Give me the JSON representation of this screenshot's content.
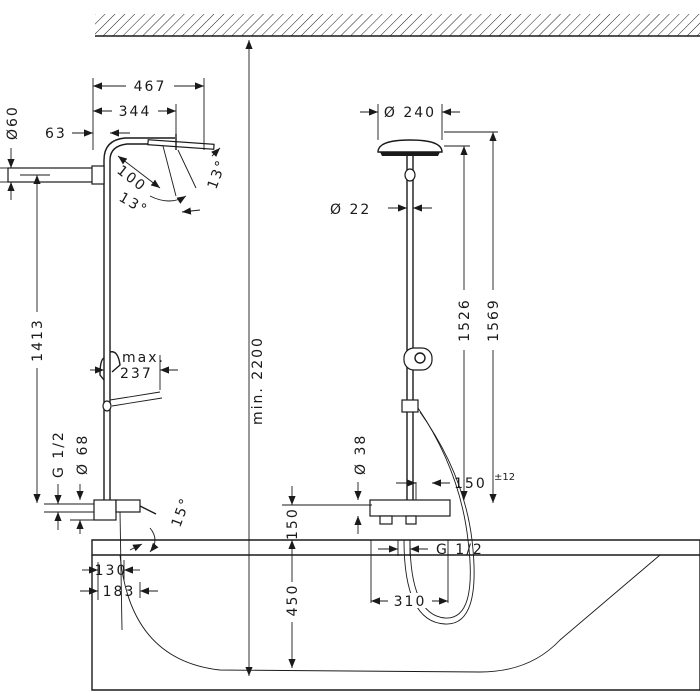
{
  "drawing": {
    "dimensions": {
      "overall_width": "467",
      "head_arm": "344",
      "offset_63": "63",
      "pipe_diameter_left": "Ø60",
      "reach_100": "100",
      "angle_13_a": "13°",
      "angle_13_b": "13°",
      "left_height": "1413",
      "handshower_max": "max.",
      "handshower_reach": "237",
      "thread_left": "G 1/2",
      "body_diameter": "Ø 68",
      "spout_angle": "15°",
      "spout_130": "130",
      "spout_183": "183",
      "min_height": "min. 2200",
      "head_diameter": "Ø 240",
      "riser_diameter": "Ø 22",
      "height_1526": "1526",
      "height_1569": "1569",
      "valve_diameter": "Ø 38",
      "valve_offset": "150",
      "tolerance": "±12",
      "valve_height": "150",
      "thread_right": "G 1/2",
      "tub_height": "450",
      "center_distance": "310"
    }
  }
}
